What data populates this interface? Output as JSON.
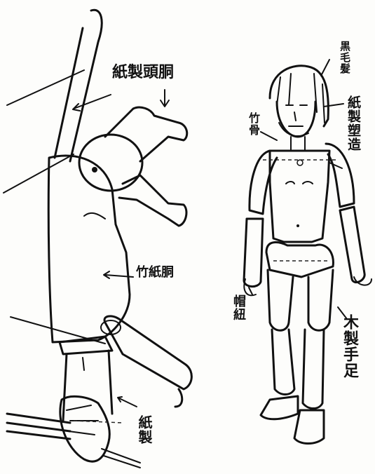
{
  "labels": {
    "left_top": "紙製頭胴",
    "left_mid": "竹紙胴",
    "left_bottom": "紙製",
    "right_hair": "黒毛髮",
    "right_head": "紙製塑造",
    "right_left_top": "竹骨",
    "right_left_bottom": "帽紐",
    "right_bottom": "木製手足"
  }
}
